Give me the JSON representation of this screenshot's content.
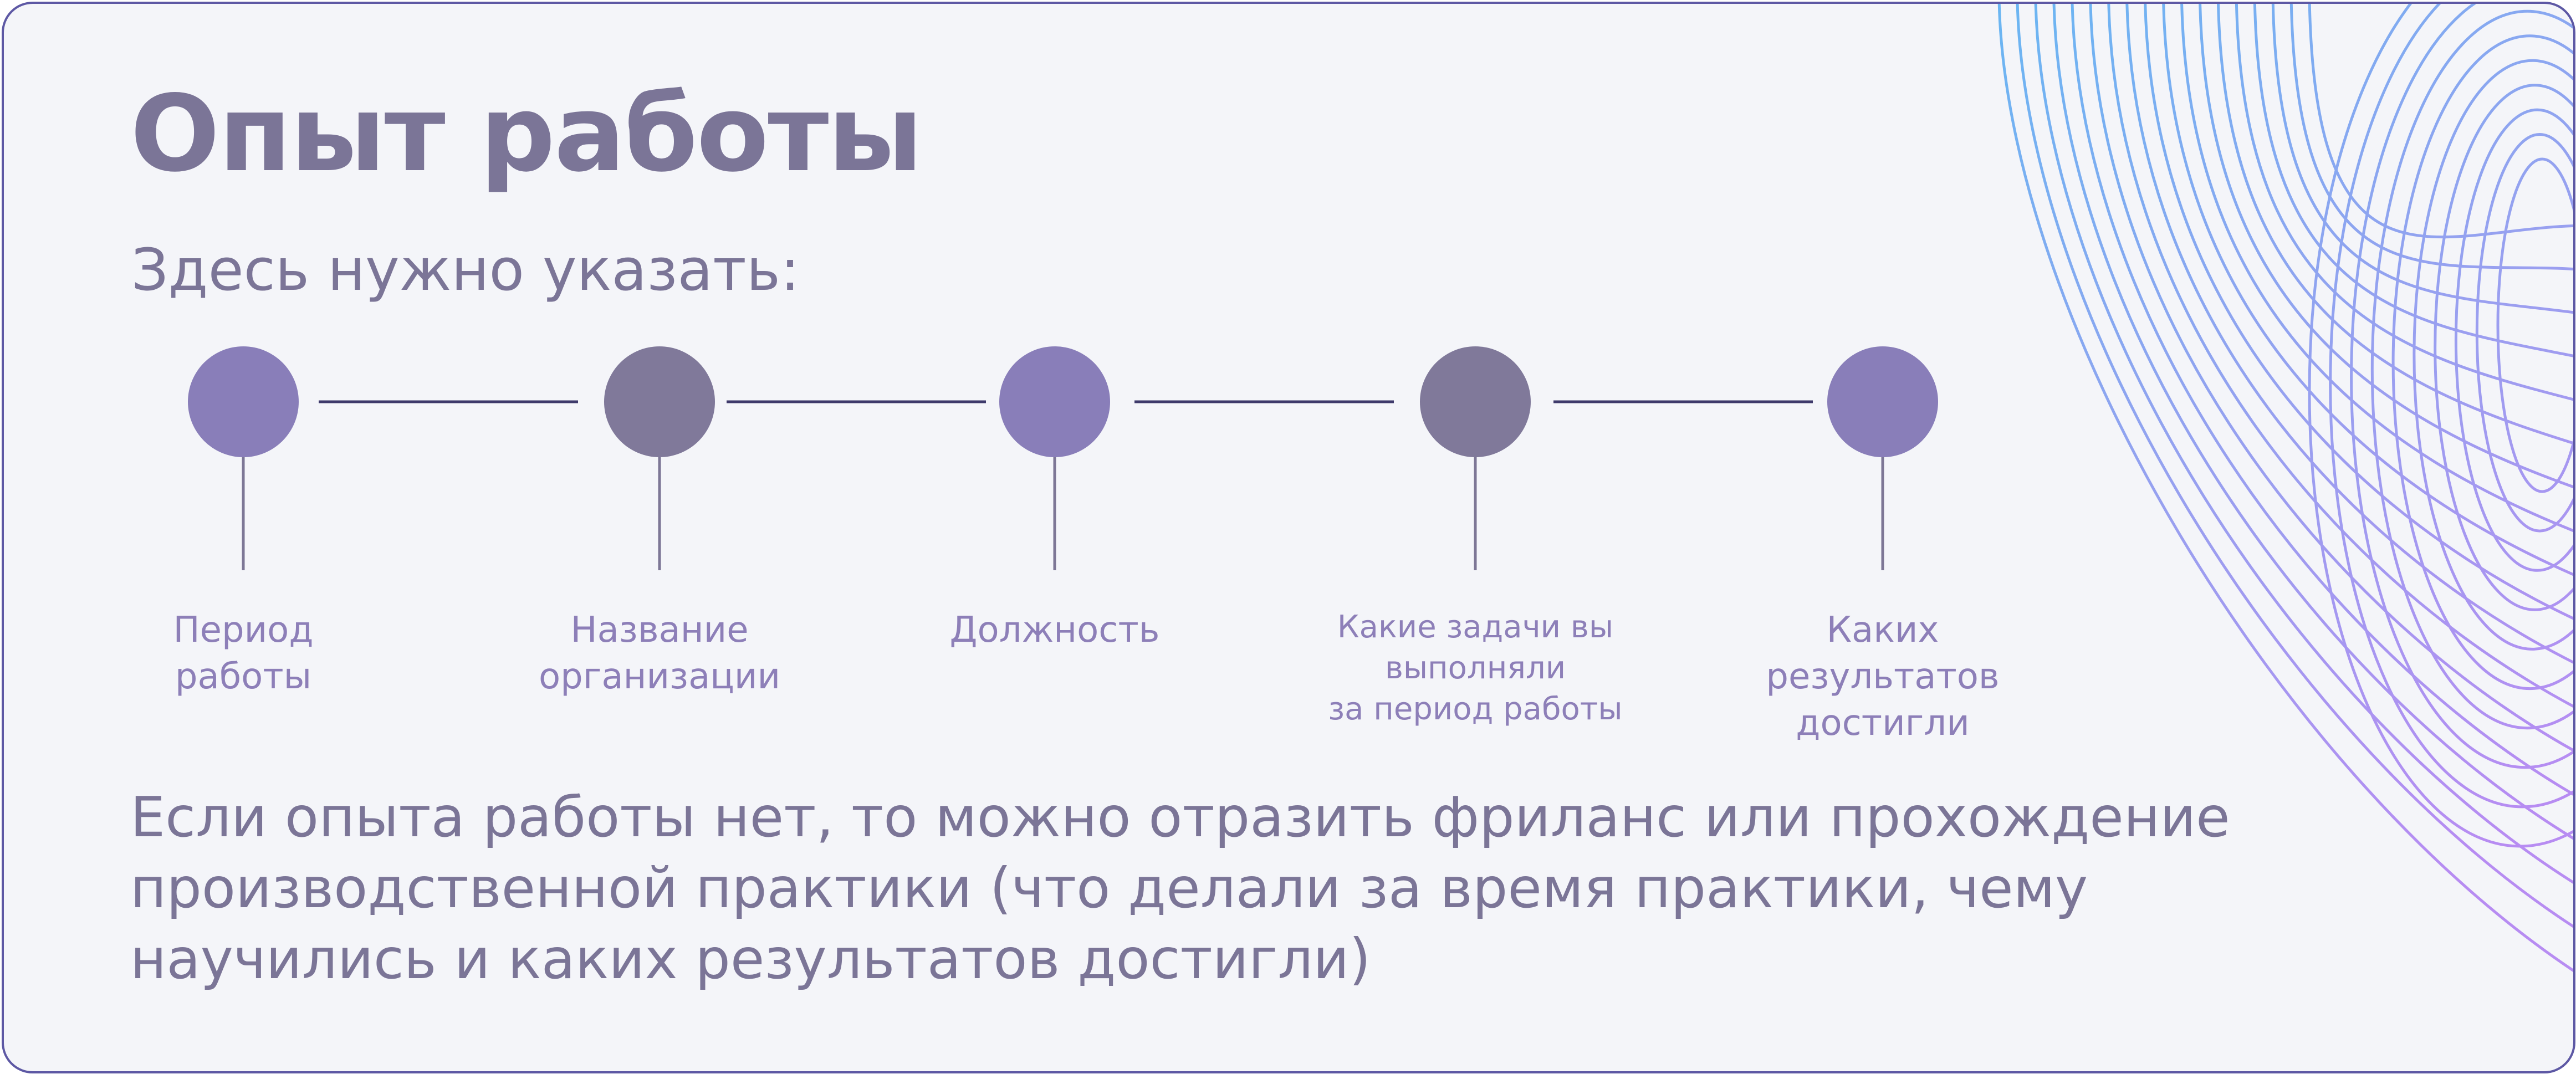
{
  "title": "Опыт работы",
  "subtitle": "Здесь нужно указать:",
  "steps": [
    {
      "label": "Период\nработы"
    },
    {
      "label": "Название\nорганизации"
    },
    {
      "label": "Должность"
    },
    {
      "label": "Какие задачи вы\nвыполняли\nза период работы"
    },
    {
      "label": "Каких\nрезультатов\nдостигли"
    }
  ],
  "note": "Если опыта работы нет, то можно отразить фриланс или прохождение производственной практики (что делали за время практики, чему научились и каких результатов достигли)",
  "colors": {
    "background": "#f4f5f9",
    "border": "#5d58a4",
    "text": "#7b7597",
    "label": "#8d7fb8",
    "node_purple": "#897eb9",
    "node_gray": "#80799a",
    "connector": "#3e3a6b",
    "stem": "#7d7796",
    "wave_start": "#6ab6f2",
    "wave_end": "#b78cf2"
  }
}
